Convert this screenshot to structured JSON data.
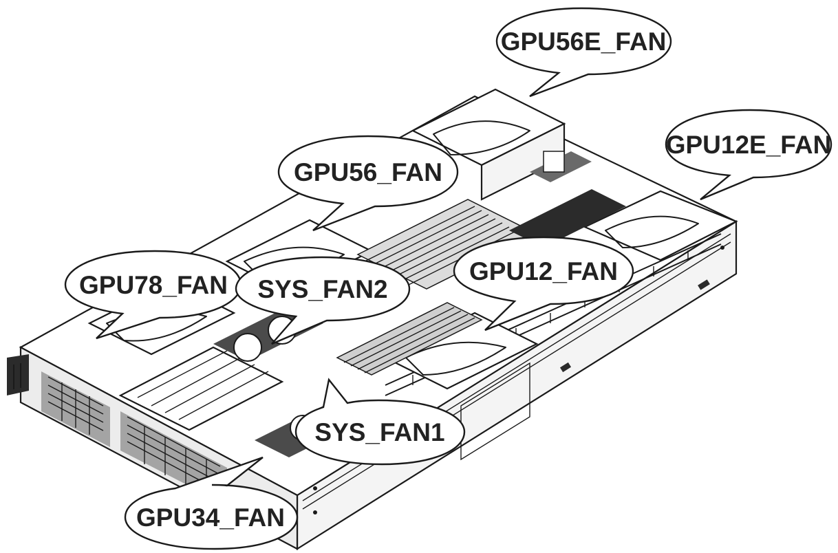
{
  "figure": {
    "callouts": [
      {
        "id": "gpu56e",
        "label": "GPU56E_FAN"
      },
      {
        "id": "gpu12e",
        "label": "GPU12E_FAN"
      },
      {
        "id": "gpu56",
        "label": "GPU56_FAN"
      },
      {
        "id": "gpu12",
        "label": "GPU12_FAN"
      },
      {
        "id": "gpu78",
        "label": "GPU78_FAN"
      },
      {
        "id": "sys2",
        "label": "SYS_FAN2"
      },
      {
        "id": "sys1",
        "label": "SYS_FAN1"
      },
      {
        "id": "gpu34",
        "label": "GPU34_FAN"
      }
    ]
  }
}
